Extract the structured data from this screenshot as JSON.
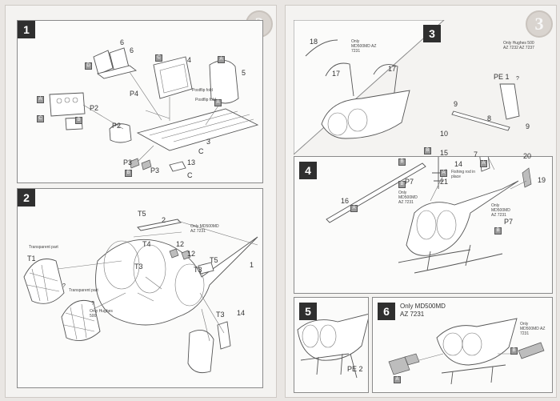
{
  "pages": [
    {
      "number": "2"
    },
    {
      "number": "3"
    }
  ],
  "steps": [
    {
      "number": "1",
      "labels": [
        "6",
        "6",
        "4",
        "5",
        "P4",
        "P2",
        "P2",
        "3",
        "C",
        "P3",
        "P3",
        "13",
        "C"
      ],
      "markers": [
        "D",
        "A",
        "C",
        "B",
        "C",
        "A",
        "B",
        "A"
      ],
      "notes": [
        "Postflip fold",
        "Postflip fold"
      ]
    },
    {
      "number": "2",
      "labels": [
        "T5",
        "2",
        "T1",
        "T4",
        "T3",
        "12",
        "12",
        "T3",
        "T5",
        "1",
        "14",
        "T3"
      ],
      "notes": [
        "Transparent part",
        "Transparent part",
        "Only MD500MD AZ 7231",
        "Only Hughes 500"
      ],
      "icons": [
        "?",
        "?"
      ]
    },
    {
      "number": "3",
      "labels": [
        "18",
        "17",
        "17",
        "PE 1"
      ],
      "notes": [
        "Only MD500MD AZ 7231",
        "Only Hughes 500 AZ 7232 AZ 7237"
      ],
      "icons": [
        "?"
      ]
    },
    {
      "number": "4",
      "labels": [
        "9",
        "8",
        "9",
        "10",
        "15",
        "14",
        "7",
        "P7",
        "21",
        "16",
        "20",
        "19",
        "P7"
      ],
      "markers": [
        "A",
        "B",
        "B",
        "B",
        "A",
        "A",
        "B"
      ],
      "notes": [
        "Only MD500MD AZ 7231",
        "Fishing rod in place",
        "Only MD500MD AZ 7231"
      ]
    },
    {
      "number": "5",
      "labels": [
        "PE 2"
      ]
    },
    {
      "number": "6",
      "labels": [],
      "markers": [
        "A",
        "B"
      ],
      "heading": "Only MD500MD AZ 7231",
      "notes": [
        "Only MD500MD AZ 7231"
      ]
    }
  ]
}
